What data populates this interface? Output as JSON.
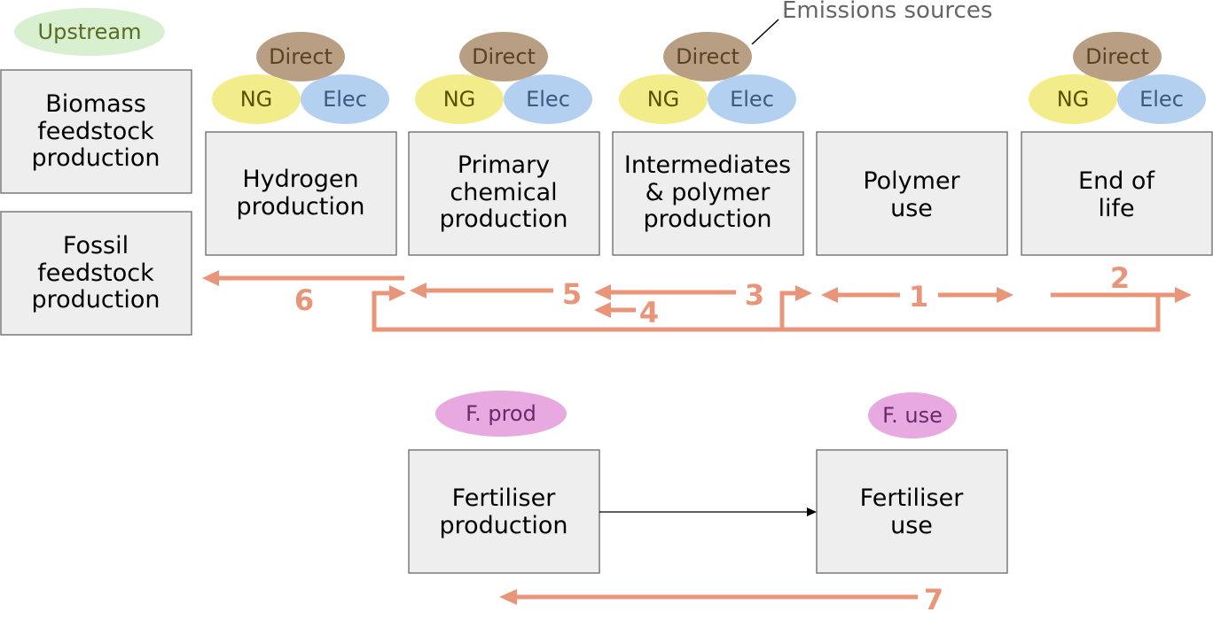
{
  "colors": {
    "box_fill": "#eeeeee",
    "box_stroke": "#666666",
    "direct_fill": "#b89f84",
    "direct_text": "#5a4320",
    "ng_fill": "#f3ec8a",
    "ng_text": "#5a5000",
    "elec_fill": "#b4d0f0",
    "elec_text": "#3a5a80",
    "upstream_fill": "#d8f0d0",
    "upstream_text": "#5a6a20",
    "fprod_fill": "#e8a8e0",
    "fprod_text": "#6a2a6a",
    "arrow": "#e8957a",
    "label_gray": "#666666"
  },
  "labels": {
    "emissions_sources": "Emissions sources",
    "upstream": "Upstream",
    "direct": "Direct",
    "ng": "NG",
    "elec": "Elec",
    "f_prod": "F. prod",
    "f_use": "F. use"
  },
  "boxes": {
    "biomass": [
      "Biomass",
      "feedstock",
      "production"
    ],
    "fossil": [
      "Fossil",
      "feedstock",
      "production"
    ],
    "hydrogen": [
      "Hydrogen",
      "production"
    ],
    "primary": [
      "Primary",
      "chemical",
      "production"
    ],
    "intermediates": [
      "Intermediates",
      "& polymer",
      "production"
    ],
    "polymer_use": [
      "Polymer",
      "use"
    ],
    "end_of_life": [
      "End of",
      "life"
    ],
    "fert_production": [
      "Fertiliser",
      "production"
    ],
    "fert_use": [
      "Fertiliser",
      "use"
    ]
  },
  "arrow_numbers": [
    "1",
    "2",
    "3",
    "4",
    "5",
    "6",
    "7"
  ]
}
